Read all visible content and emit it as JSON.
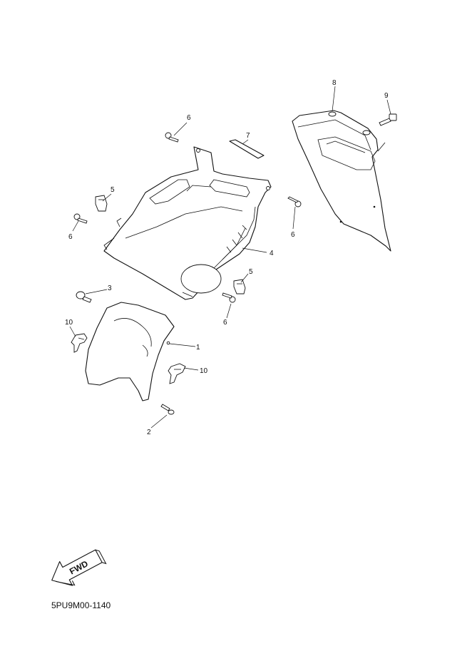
{
  "diagram_code": "5PU9M00-1140",
  "fwd_label": "FWD",
  "callouts": {
    "c1": "1",
    "c2": "2",
    "c3": "3",
    "c4": "4",
    "c5a": "5",
    "c5b": "5",
    "c6a": "6",
    "c6b": "6",
    "c6c": "6",
    "c6d": "6",
    "c7": "7",
    "c8": "8",
    "c9": "9",
    "c10a": "10",
    "c10b": "10"
  }
}
